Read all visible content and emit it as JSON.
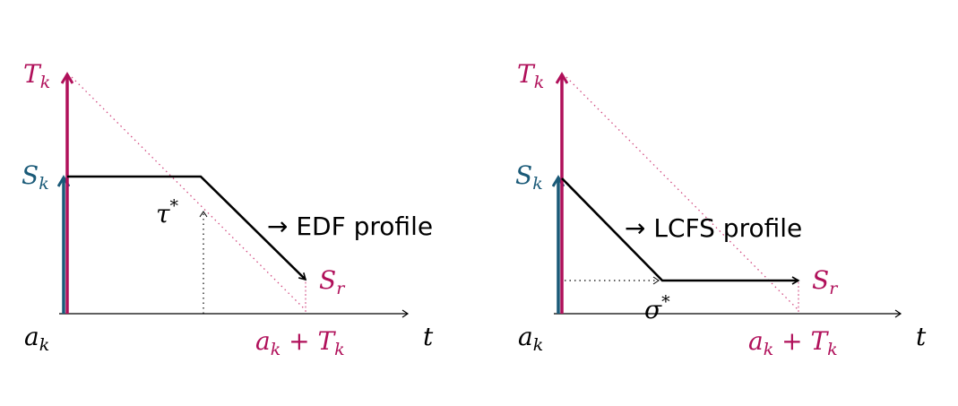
{
  "colors": {
    "magenta": "#b0105a",
    "teal": "#1a5a78",
    "ink": "#000000",
    "dotted_magenta": "#d24a80"
  },
  "left_panel": {
    "label_Tk": "T",
    "label_Tk_sub": "k",
    "label_Sk": "S",
    "label_Sk_sub": "k",
    "label_ak": "a",
    "label_ak_sub": "k",
    "label_deadline": "a",
    "label_deadline_sub1": "k",
    "label_deadline_plus": " + T",
    "label_deadline_sub2": "k",
    "label_t": "t",
    "label_Sr": "S",
    "label_Sr_sub": "r",
    "label_tau": "τ",
    "label_tau_sup": "*",
    "profile_arrow": "→",
    "profile_text": " EDF profile"
  },
  "right_panel": {
    "label_Tk": "T",
    "label_Tk_sub": "k",
    "label_Sk": "S",
    "label_Sk_sub": "k",
    "label_ak": "a",
    "label_ak_sub": "k",
    "label_deadline": "a",
    "label_deadline_sub1": "k",
    "label_deadline_plus": " + T",
    "label_deadline_sub2": "k",
    "label_t": "t",
    "label_Sr": "S",
    "label_Sr_sub": "r",
    "label_sigma": "σ",
    "label_sigma_sup": "*",
    "profile_arrow": "→",
    "profile_text": " LCFS profile"
  }
}
